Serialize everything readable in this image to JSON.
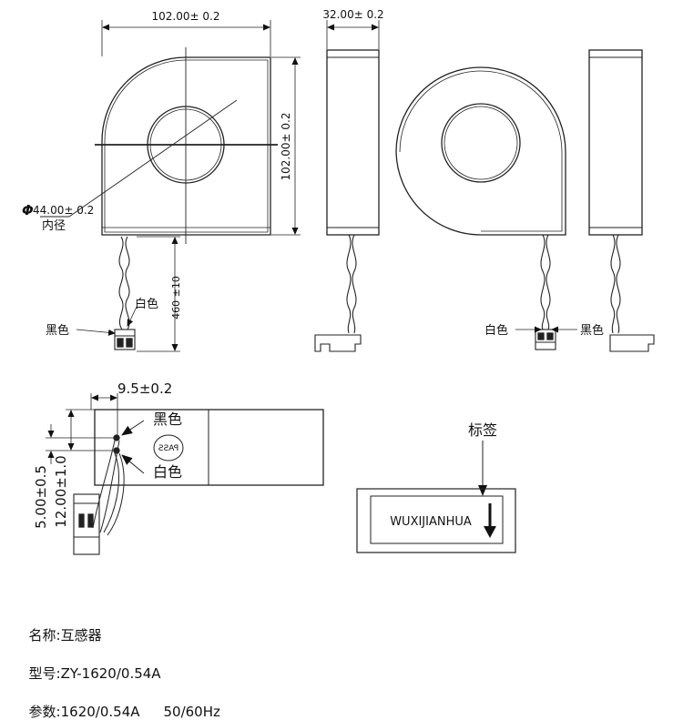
{
  "front_view": {
    "width_dim": "102.00± 0.2",
    "height_dim": "102.00± 0.2",
    "hole_dim": "44.00± 0.2",
    "hole_symbol": "Φ",
    "hole_label": "内径",
    "lead_length_dim": "460 ±10",
    "white_label": "白色",
    "black_label": "黑色"
  },
  "side_view": {
    "thickness_dim": "32.00± 0.2"
  },
  "rear_view": {
    "white_label": "白色",
    "black_label": "黑色"
  },
  "connector_view": {
    "pitch_dim": "9.5±0.2",
    "offset_dim": "5.00±0.5",
    "height_dim": "12.00±1.0",
    "black_label": "黑色",
    "white_label": "白色",
    "pass_stamp": "PASS"
  },
  "label_view": {
    "title": "标签",
    "brand_text": "WUXIJIANHUA"
  },
  "specs": {
    "name_label": "名称:",
    "name_value": "互感器",
    "model_label": "型号:",
    "model_value": "ZY-1620/0.54A",
    "params_label": "参数:",
    "params_value": "1620/0.54A",
    "params_freq": "50/60Hz"
  }
}
